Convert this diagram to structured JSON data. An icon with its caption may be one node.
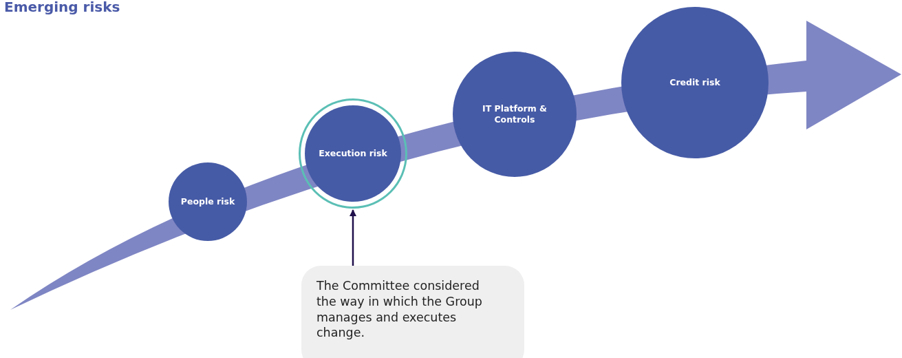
{
  "diagram": {
    "title": "Emerging risks",
    "nodes": [
      {
        "text": [
          "People risk"
        ]
      },
      {
        "text": [
          "Execution risk"
        ]
      },
      {
        "text": [
          "IT Platform & Controls"
        ]
      },
      {
        "text": [
          "Credit risk"
        ]
      },
      {
        "text": [
          "The Committee considered the way in which the Group manages and executes change."
        ]
      }
    ],
    "edges": [
      {
        "from": 4,
        "to": 1,
        "arrow": "to"
      }
    ]
  }
}
